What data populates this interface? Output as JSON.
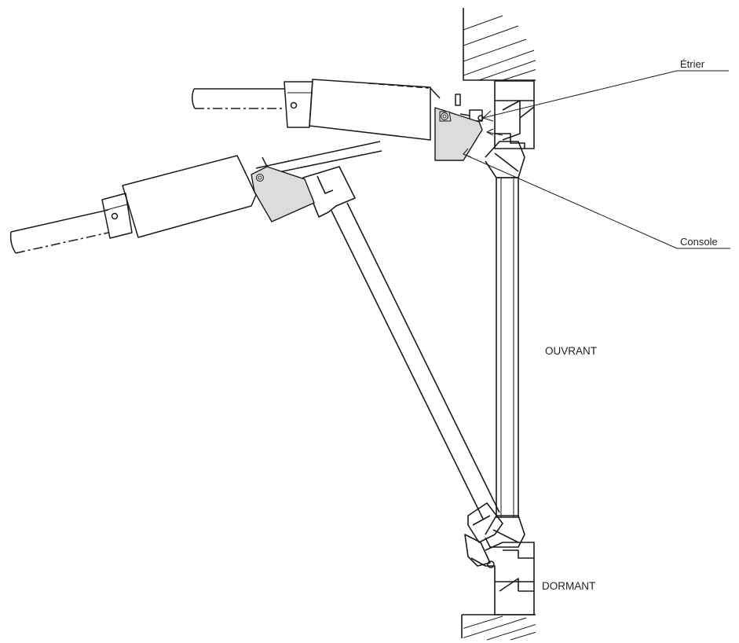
{
  "labels": {
    "etrier": "Étrier",
    "console": "Console",
    "ouvrant": "OUVRANT",
    "dormant": "DORMANT"
  },
  "colors": {
    "stroke": "#1a1a1a",
    "bracket_fill": "#dcdcdc",
    "background": "#ffffff"
  }
}
